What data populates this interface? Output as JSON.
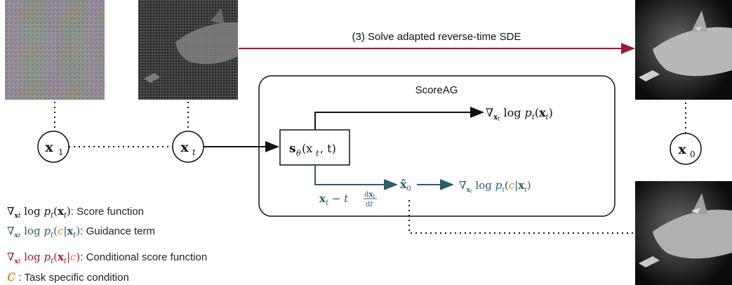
{
  "colors": {
    "arrow_red": "#9e1b32",
    "guidance_teal": "#2e5d6b",
    "condition_orange": "#e07b22",
    "box_stroke": "#222222"
  },
  "top_arrow_label": "(3) Solve adapted reverse-time SDE",
  "scoreag_title": "ScoreAG",
  "nodes": {
    "x1": "x",
    "x1_sub": "1",
    "xt": "x",
    "xt_sub": "t",
    "x0": "x",
    "x0_sub": "0"
  },
  "score_network": {
    "base": "s",
    "sub": "θ",
    "args": "(x",
    "args_sub": "t",
    "args_end": ", t)"
  },
  "outputs": {
    "score": "∇x log p(x)",
    "guidance": "∇x log p(c|x)",
    "denoise_expr": "x − t dx/dt",
    "x0_hat": "x̂"
  },
  "legend": [
    {
      "symbol": "∇x log pt(xt)",
      "desc": ": Score function"
    },
    {
      "symbol": "∇x log pt(c|xt)",
      "desc": ": Guidance term"
    },
    {
      "symbol": "∇x log pt(xt|c)",
      "desc": ": Conditional score function"
    },
    {
      "symbol": "c",
      "desc": " : Task specific condition"
    }
  ]
}
